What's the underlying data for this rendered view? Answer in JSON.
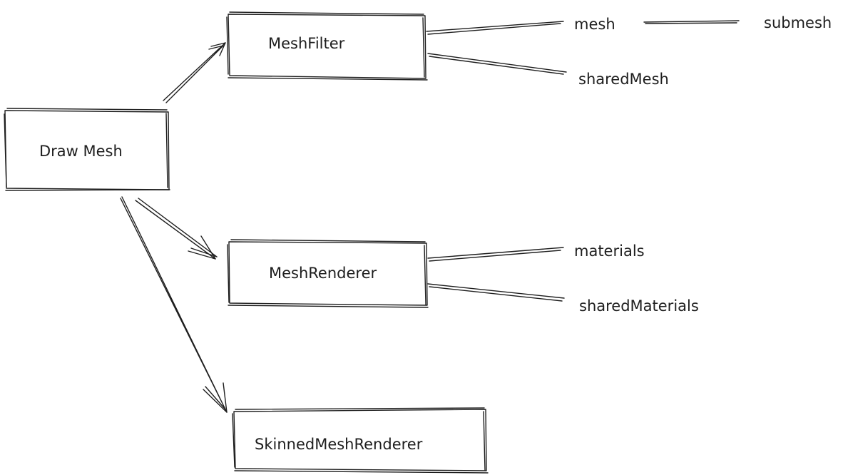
{
  "nodes": {
    "draw_mesh": "Draw Mesh",
    "mesh_filter": "MeshFilter",
    "mesh_renderer": "MeshRenderer",
    "skinned_mesh_renderer": "SkinnedMeshRenderer"
  },
  "properties": {
    "mesh": "mesh",
    "submesh": "submesh",
    "shared_mesh": "sharedMesh",
    "materials": "materials",
    "shared_materials": "sharedMaterials"
  },
  "colors": {
    "stroke": "#1e1e1e",
    "background": "#ffffff"
  }
}
